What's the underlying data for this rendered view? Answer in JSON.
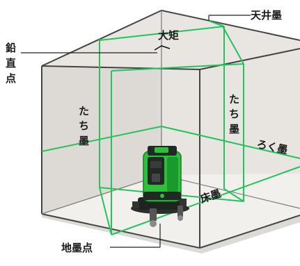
{
  "labels": {
    "ceiling_ink": "天井墨",
    "plumb_point": [
      "鉛",
      "直",
      "点"
    ],
    "square": "大矩",
    "vertical_left": [
      "た",
      "ち",
      "墨"
    ],
    "vertical_back": [
      "た",
      "ち",
      "墨"
    ],
    "horizontal": "ろく墨",
    "floor_ink": "床墨",
    "ground_point": "地墨点"
  },
  "colors": {
    "laser": "#22c35a",
    "device_body": "#2fbf3a",
    "device_dark": "#1e2a22",
    "room_fill": "#e9e6e2",
    "room_edge": "#444444",
    "floor": "#f4f2ef"
  }
}
